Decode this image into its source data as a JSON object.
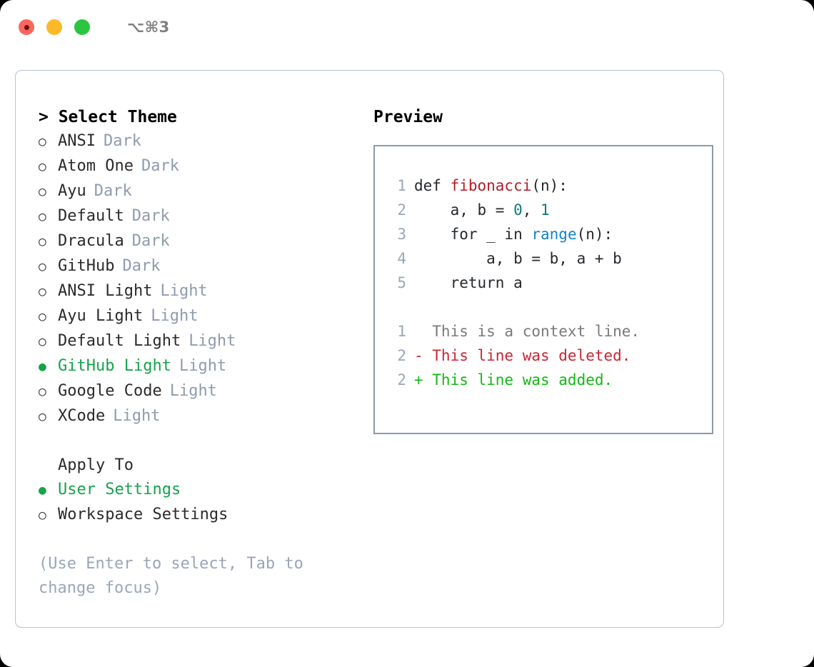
{
  "titlebar": {
    "shortcut": "⌥⌘3",
    "dots": [
      "close-dot",
      "minimize-dot",
      "maximize-dot"
    ]
  },
  "theme_panel": {
    "heading": "> Select Theme",
    "bullet_selected": "●",
    "bullet_unselected": "○",
    "themes": [
      {
        "name": "ANSI",
        "tag": "Dark",
        "selected": false
      },
      {
        "name": "Atom One",
        "tag": "Dark",
        "selected": false
      },
      {
        "name": "Ayu",
        "tag": "Dark",
        "selected": false
      },
      {
        "name": "Default",
        "tag": "Dark",
        "selected": false
      },
      {
        "name": "Dracula",
        "tag": "Dark",
        "selected": false
      },
      {
        "name": "GitHub",
        "tag": "Dark",
        "selected": false
      },
      {
        "name": "ANSI Light",
        "tag": "Light",
        "selected": false
      },
      {
        "name": "Ayu Light",
        "tag": "Light",
        "selected": false
      },
      {
        "name": "Default Light",
        "tag": "Light",
        "selected": false
      },
      {
        "name": "GitHub Light",
        "tag": "Light",
        "selected": true
      },
      {
        "name": "Google Code",
        "tag": "Light",
        "selected": false
      },
      {
        "name": "XCode",
        "tag": "Light",
        "selected": false
      }
    ],
    "apply_to_label": "Apply To",
    "apply_to_options": [
      {
        "name": "User Settings",
        "selected": true
      },
      {
        "name": "Workspace Settings",
        "selected": false
      }
    ],
    "hint": "(Use Enter to select, Tab to change focus)"
  },
  "preview": {
    "title": "Preview",
    "code_lines": [
      {
        "no": "1",
        "tokens": [
          {
            "t": "def ",
            "c": "plain"
          },
          {
            "t": "fibonacci",
            "c": "fn"
          },
          {
            "t": "(n):",
            "c": "plain"
          }
        ]
      },
      {
        "no": "2",
        "tokens": [
          {
            "t": "    a, b = ",
            "c": "plain"
          },
          {
            "t": "0",
            "c": "num"
          },
          {
            "t": ", ",
            "c": "plain"
          },
          {
            "t": "1",
            "c": "num"
          }
        ]
      },
      {
        "no": "3",
        "tokens": [
          {
            "t": "    for _ in ",
            "c": "plain"
          },
          {
            "t": "range",
            "c": "call"
          },
          {
            "t": "(n):",
            "c": "plain"
          }
        ]
      },
      {
        "no": "4",
        "tokens": [
          {
            "t": "        a, b = b, a + b",
            "c": "plain"
          }
        ]
      },
      {
        "no": "5",
        "tokens": [
          {
            "t": "    return a",
            "c": "plain"
          }
        ]
      }
    ],
    "diff_lines": [
      {
        "no": "1",
        "text": "  This is a context line.",
        "kind": "ctx"
      },
      {
        "no": "2",
        "text": "- This line was deleted.",
        "kind": "del"
      },
      {
        "no": "2",
        "text": "+ This line was added.",
        "kind": "add"
      }
    ]
  },
  "colors": {
    "accent_green": "#16a34a",
    "tag_gray": "#8f9bb0",
    "hint_gray": "#9aa6b8",
    "panel_border": "#b9c2cf",
    "preview_border": "#8b9aab",
    "diff_add": "#14b814",
    "diff_del": "#cb2431"
  }
}
